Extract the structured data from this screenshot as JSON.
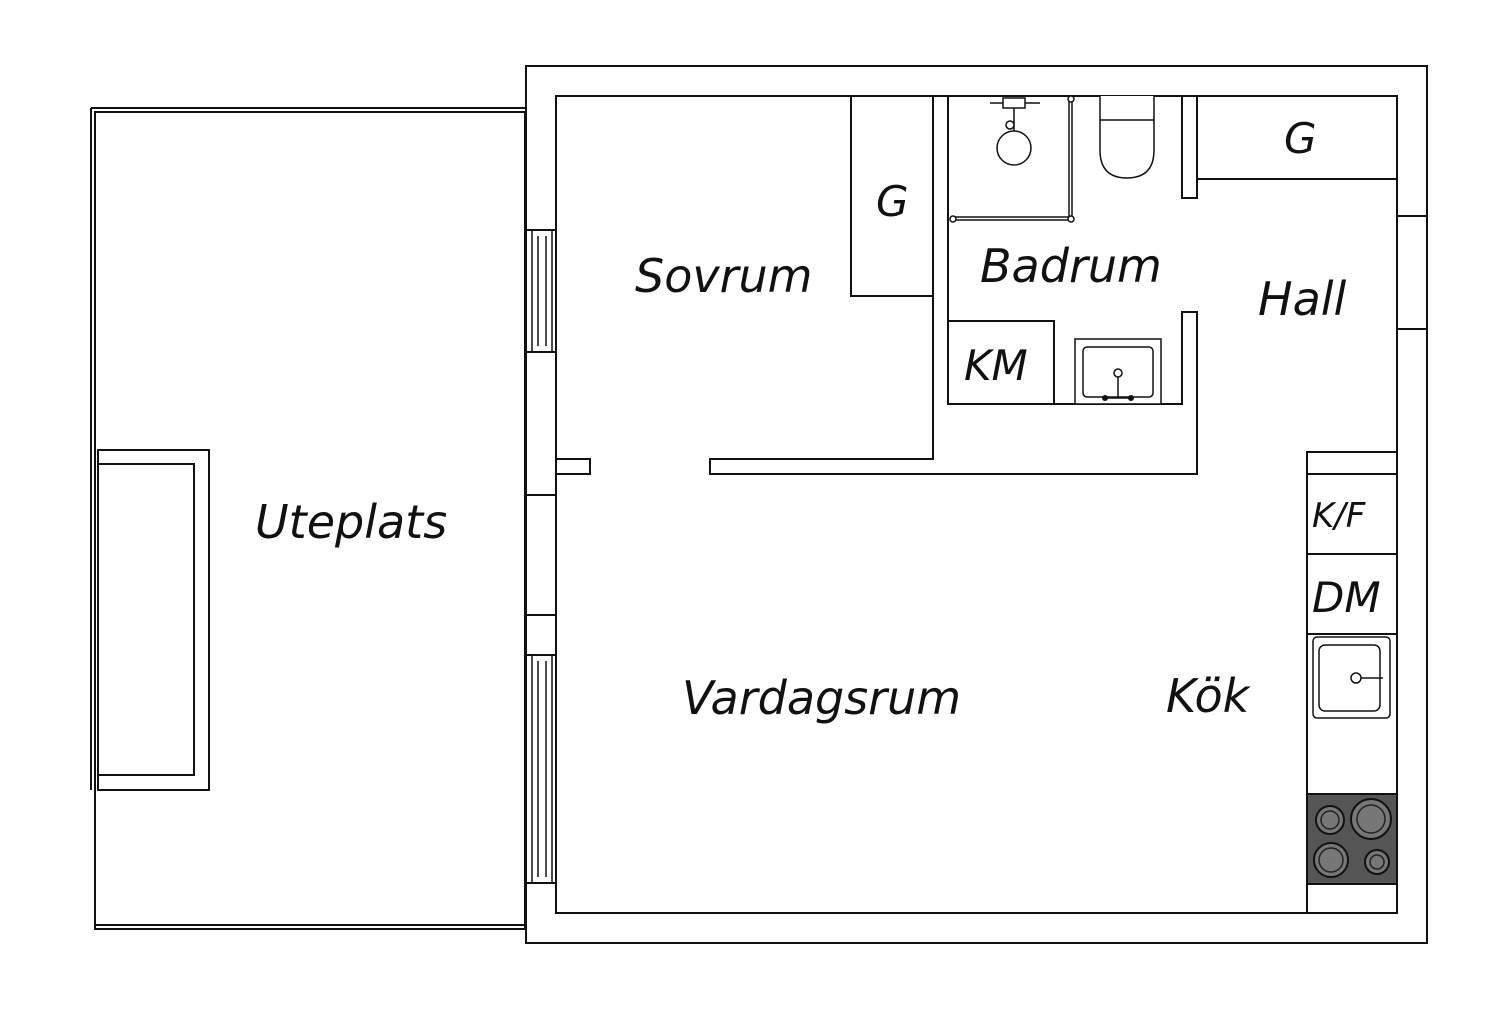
{
  "rooms": {
    "uteplats": "Uteplats",
    "sovrum": "Sovrum",
    "wardrobe_sovrum": "G",
    "badrum": "Badrum",
    "wardrobe_hall": "G",
    "hall": "Hall",
    "km": "KM",
    "vardagsrum": "Vardagsrum",
    "kok": "Kök",
    "kf": "K/F",
    "dm": "DM"
  },
  "colors": {
    "line": "#111111",
    "background": "#ffffff",
    "stove": "#555555"
  },
  "icons": {
    "shower": "shower-icon",
    "toilet": "toilet-icon",
    "bathroom_sink": "sink-icon",
    "kitchen_sink": "kitchen-sink-icon",
    "stove": "stove-icon"
  }
}
